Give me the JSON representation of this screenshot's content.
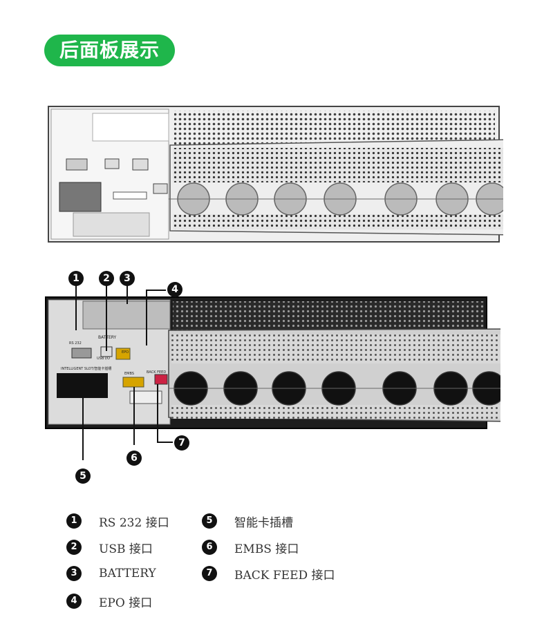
{
  "header": {
    "title": "后面板展示"
  },
  "callouts": [
    "1",
    "2",
    "3",
    "4",
    "5",
    "6",
    "7"
  ],
  "legend": [
    {
      "num": "1",
      "label": "RS 232 接口"
    },
    {
      "num": "2",
      "label": "USB 接口"
    },
    {
      "num": "3",
      "label": "BATTERY"
    },
    {
      "num": "4",
      "label": "EPO 接口"
    },
    {
      "num": "5",
      "label": "智能卡插槽"
    },
    {
      "num": "6",
      "label": "EMBS 接口"
    },
    {
      "num": "7",
      "label": "BACK FEED 接口"
    }
  ],
  "panel_labels": {
    "battery": "BATTERY",
    "usb": "USB I/O",
    "epo": "EPO",
    "embs": "EMBS",
    "back_feed": "BACK FEED",
    "intelligent_slot": "INTELLIGENT SLOT/智能卡插槽",
    "rs232": "RS 232"
  },
  "colors": {
    "accent": "#1fb64b",
    "callout": "#111111",
    "chassis_dark": "#1d1d1d",
    "metal": "#cfcfcf"
  }
}
